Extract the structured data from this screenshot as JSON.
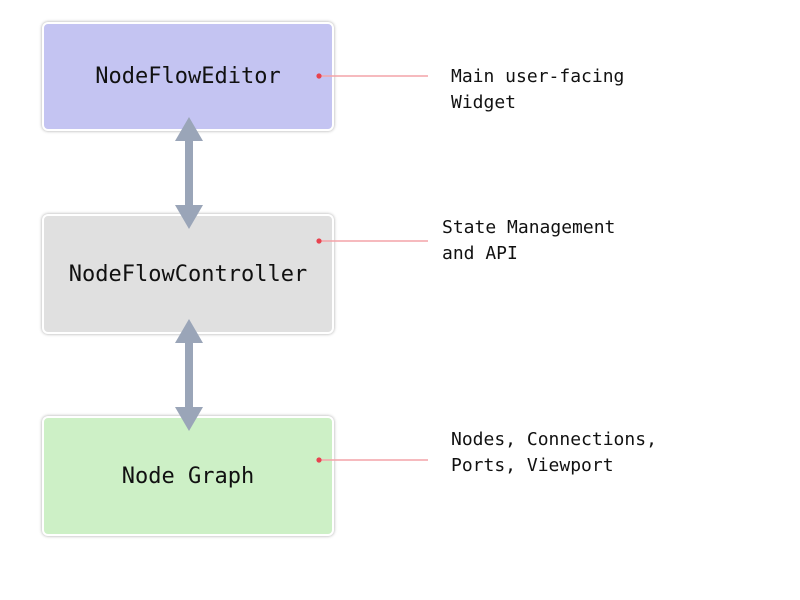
{
  "colors": {
    "editor_fill": "#c4c4f2",
    "controller_fill": "#e0e0e0",
    "graph_fill": "#cdf0c6",
    "connector_arrow": "#9aa5b8",
    "leader_line": "#f4a3a8",
    "leader_dot": "#e8434f"
  },
  "boxes": {
    "editor": {
      "label": "NodeFlowEditor"
    },
    "controller": {
      "label": "NodeFlowController"
    },
    "graph": {
      "label": "Node Graph"
    }
  },
  "annotations": {
    "editor": {
      "line1": "Main user-facing",
      "line2": "Widget"
    },
    "controller": {
      "line1": "State Management",
      "line2": "and API"
    },
    "graph": {
      "line1": "Nodes, Connections,",
      "line2": "Ports, Viewport"
    }
  },
  "arrows": [
    {
      "from": "editor",
      "to": "controller",
      "direction": "bidirectional",
      "icon": "double-arrow-vertical"
    },
    {
      "from": "controller",
      "to": "graph",
      "direction": "bidirectional",
      "icon": "double-arrow-vertical"
    }
  ]
}
